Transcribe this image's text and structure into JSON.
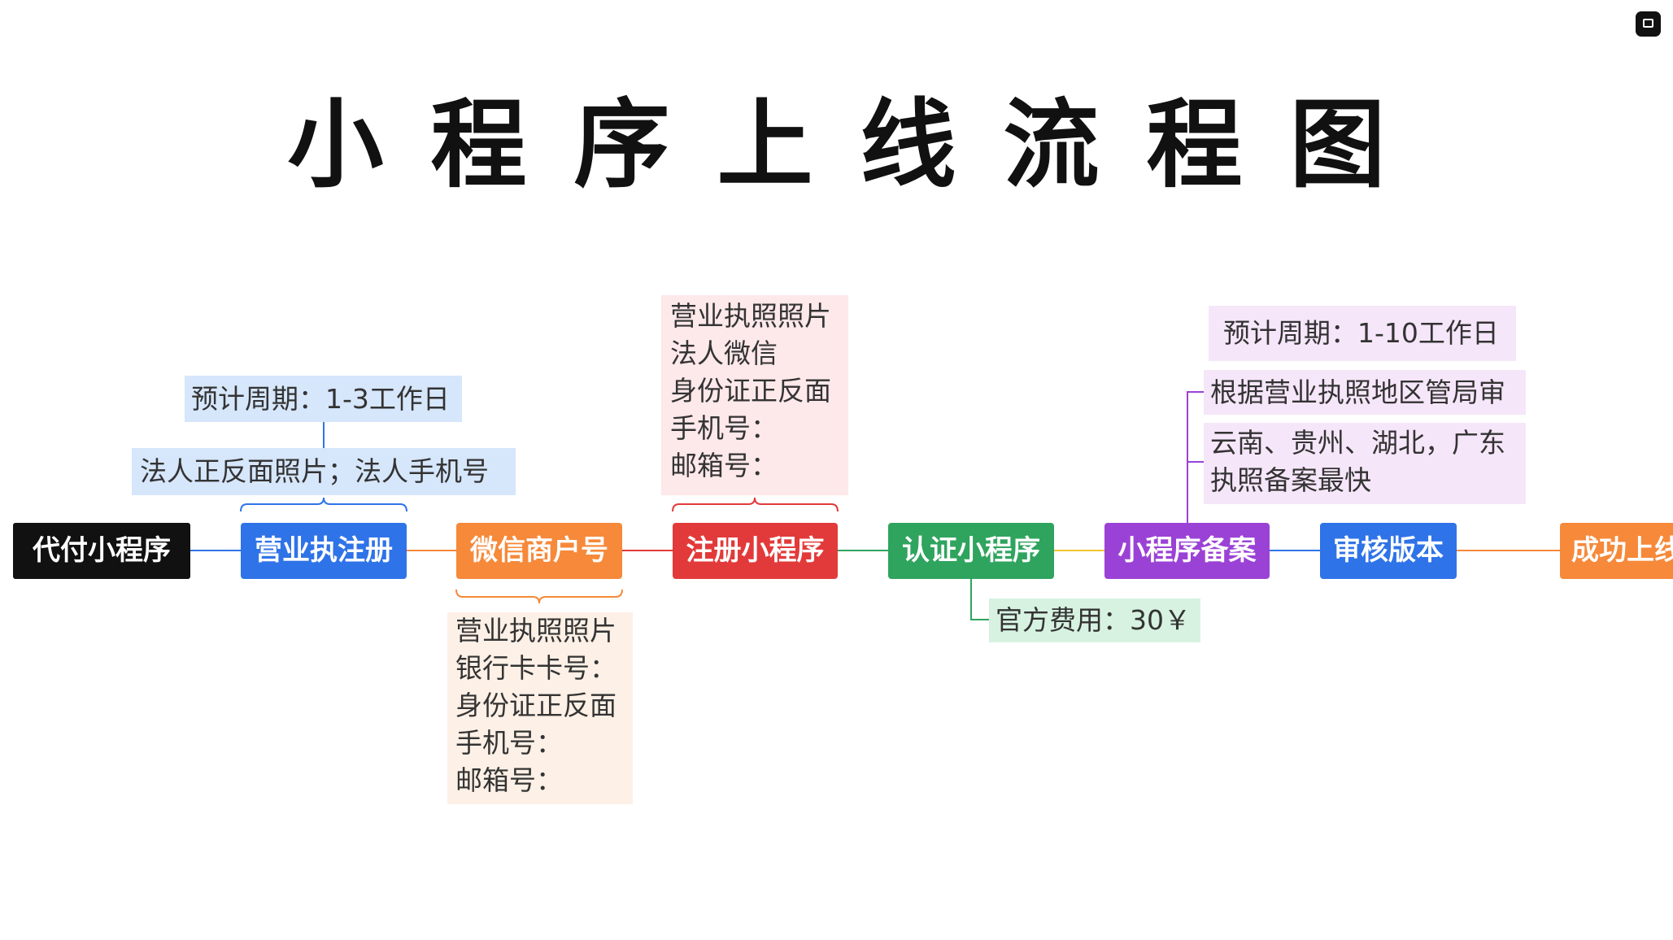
{
  "title": "小程序上线流程图",
  "colors": {
    "black": "#111111",
    "blue": "#2f73e8",
    "orange": "#f6893a",
    "red": "#e23a3a",
    "green": "#2fa45e",
    "purple": "#9b42d6",
    "blue_note_bg": "#d6e6fb",
    "pink_note_bg": "#fde8ea",
    "peach_note_bg": "#fdf0e6",
    "green_note_bg": "#d7f2e1",
    "lilac_note_bg": "#f6e6f9"
  },
  "flow": {
    "steps": [
      {
        "label": "代付小程序"
      },
      {
        "label": "营业执注册"
      },
      {
        "label": "微信商户号"
      },
      {
        "label": "注册小程序"
      },
      {
        "label": "认证小程序"
      },
      {
        "label": "小程序备案"
      },
      {
        "label": "审核版本"
      },
      {
        "label": "成功上线"
      }
    ]
  },
  "notes": {
    "license_period": "预计周期：1-3工作日",
    "license_requirements": "法人正反面照片；法人手机号",
    "merchant_requirements": [
      "营业执照照片",
      "银行卡卡号：",
      "身份证正反面",
      "手机号：",
      "邮箱号："
    ],
    "register_requirements": [
      "营业执照照片",
      "法人微信",
      "身份证正反面",
      "手机号：",
      "邮箱号："
    ],
    "verify_fee": "官方费用：30￥",
    "filing_period": "预计周期：1-10工作日",
    "filing_review": "根据营业执照地区管局审",
    "filing_fast": [
      "云南、贵州、湖北，广东",
      "执照备案最快"
    ]
  }
}
